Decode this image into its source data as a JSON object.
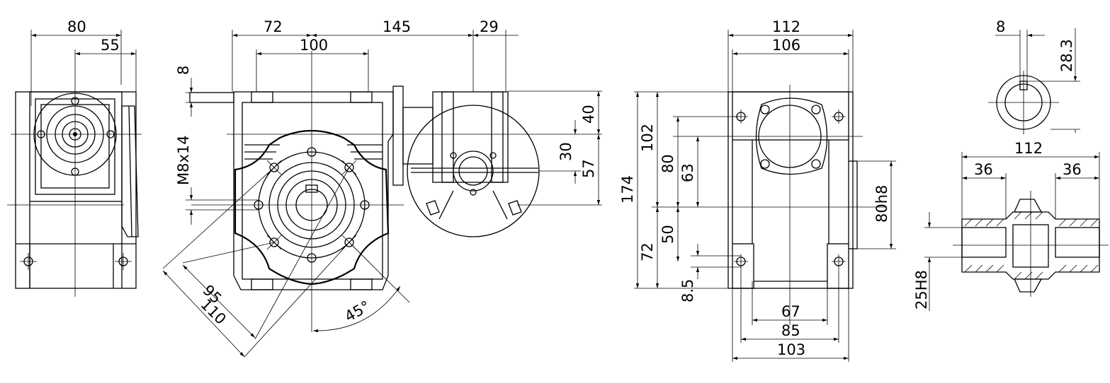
{
  "views": {
    "side": {
      "d80": "80",
      "d55": "55"
    },
    "front": {
      "d72": "72",
      "d145": "145",
      "d29": "29",
      "d100": "100",
      "d8": "8",
      "m8x14": "M8x14",
      "d95": "95",
      "d110": "110",
      "d45": "45°"
    },
    "motor": {
      "d40": "40",
      "d30": "30",
      "d57": "57"
    },
    "rear": {
      "d112": "112",
      "d106": "106",
      "d174": "174",
      "d102": "102",
      "d80": "80",
      "d63": "63",
      "d72": "72",
      "d50": "50",
      "d85b": "8.5",
      "d80h8": "80h8",
      "d67": "67",
      "d85": "85",
      "d103": "103"
    },
    "shaft": {
      "d8": "8",
      "d283": "28.3",
      "d112": "112",
      "d36a": "36",
      "d36b": "36",
      "d25h8": "25H8"
    }
  }
}
